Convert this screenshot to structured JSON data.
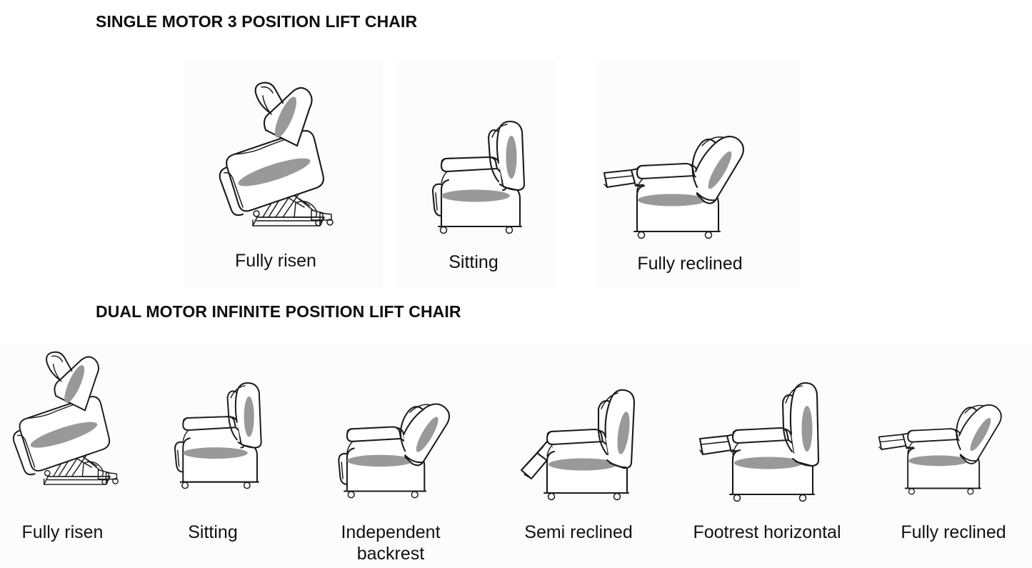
{
  "page": {
    "background": "#ffffff",
    "ink_color": "#1a1a1a",
    "accent_color": "#999999",
    "panel_tint": "#fcfcfc"
  },
  "sections": [
    {
      "id": "single-motor",
      "title": "SINGLE MOTOR 3 POSITION LIFT CHAIR",
      "positions": [
        {
          "id": "s1",
          "label": "Fully risen",
          "icon": "lift-chair-fully-risen-icon"
        },
        {
          "id": "s2",
          "label": "Sitting",
          "icon": "lift-chair-sitting-icon"
        },
        {
          "id": "s3",
          "label": "Fully reclined",
          "icon": "lift-chair-fully-reclined-icon"
        }
      ]
    },
    {
      "id": "dual-motor",
      "title": "DUAL MOTOR INFINITE POSITION LIFT CHAIR",
      "positions": [
        {
          "id": "d1",
          "label": "Fully risen",
          "icon": "lift-chair-fully-risen-icon"
        },
        {
          "id": "d2",
          "label": "Sitting",
          "icon": "lift-chair-sitting-icon"
        },
        {
          "id": "d3",
          "label": "Independent\nbackrest",
          "label_line1": "Independent",
          "label_line2": "backrest",
          "icon": "lift-chair-independent-backrest-icon"
        },
        {
          "id": "d4",
          "label": "Semi reclined",
          "icon": "lift-chair-semi-reclined-icon"
        },
        {
          "id": "d5",
          "label": "Footrest horizontal",
          "icon": "lift-chair-footrest-horizontal-icon"
        },
        {
          "id": "d6",
          "label": "Fully reclined",
          "icon": "lift-chair-fully-reclined-icon"
        }
      ]
    }
  ]
}
